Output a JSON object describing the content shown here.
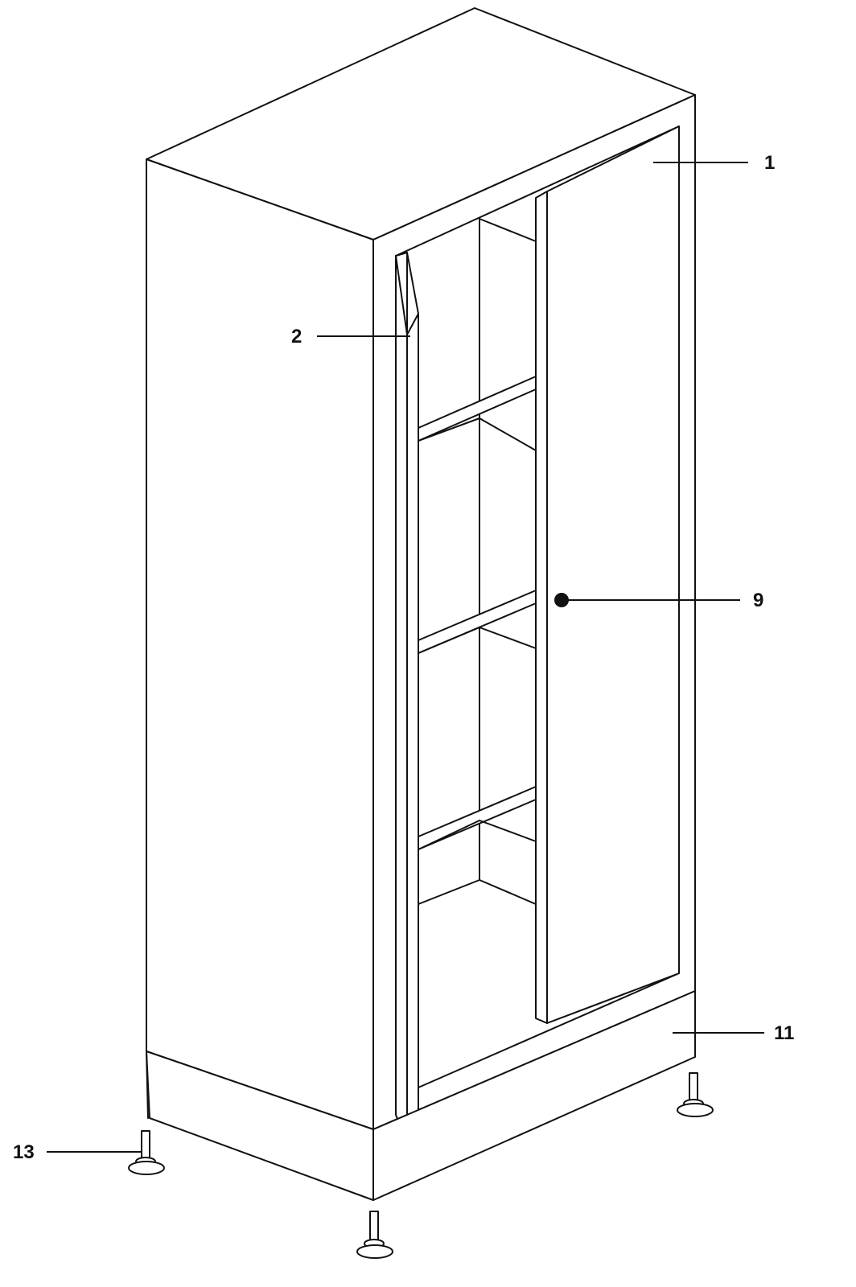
{
  "diagram": {
    "type": "exploded-parts-drawing",
    "subject_icon": "cabinet-icon",
    "line_color": "#111111",
    "background": "#ffffff",
    "callouts": [
      {
        "id": "callout-1",
        "label": "1"
      },
      {
        "id": "callout-2",
        "label": "2"
      },
      {
        "id": "callout-9",
        "label": "9"
      },
      {
        "id": "callout-11",
        "label": "11"
      },
      {
        "id": "callout-13",
        "label": "13"
      }
    ]
  }
}
